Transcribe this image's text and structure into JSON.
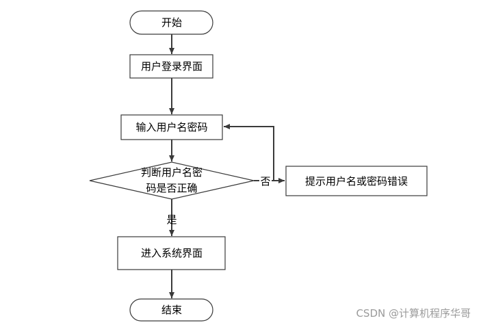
{
  "nodes": {
    "start": "开始",
    "login_page": "用户登录界面",
    "input_credentials": "输入用户名密码",
    "check_line1": "判断用户名密",
    "check_line2": "码是否正确",
    "error_prompt": "提示用户名或密码错误",
    "enter_system": "进入系统界面",
    "end": "结束"
  },
  "edges": {
    "yes_label": "是",
    "no_label": "否"
  },
  "watermark": "CSDN @计算机程序华哥",
  "colors": {
    "stroke": "#3a3a3a",
    "watermark": "#9a9a9a"
  }
}
